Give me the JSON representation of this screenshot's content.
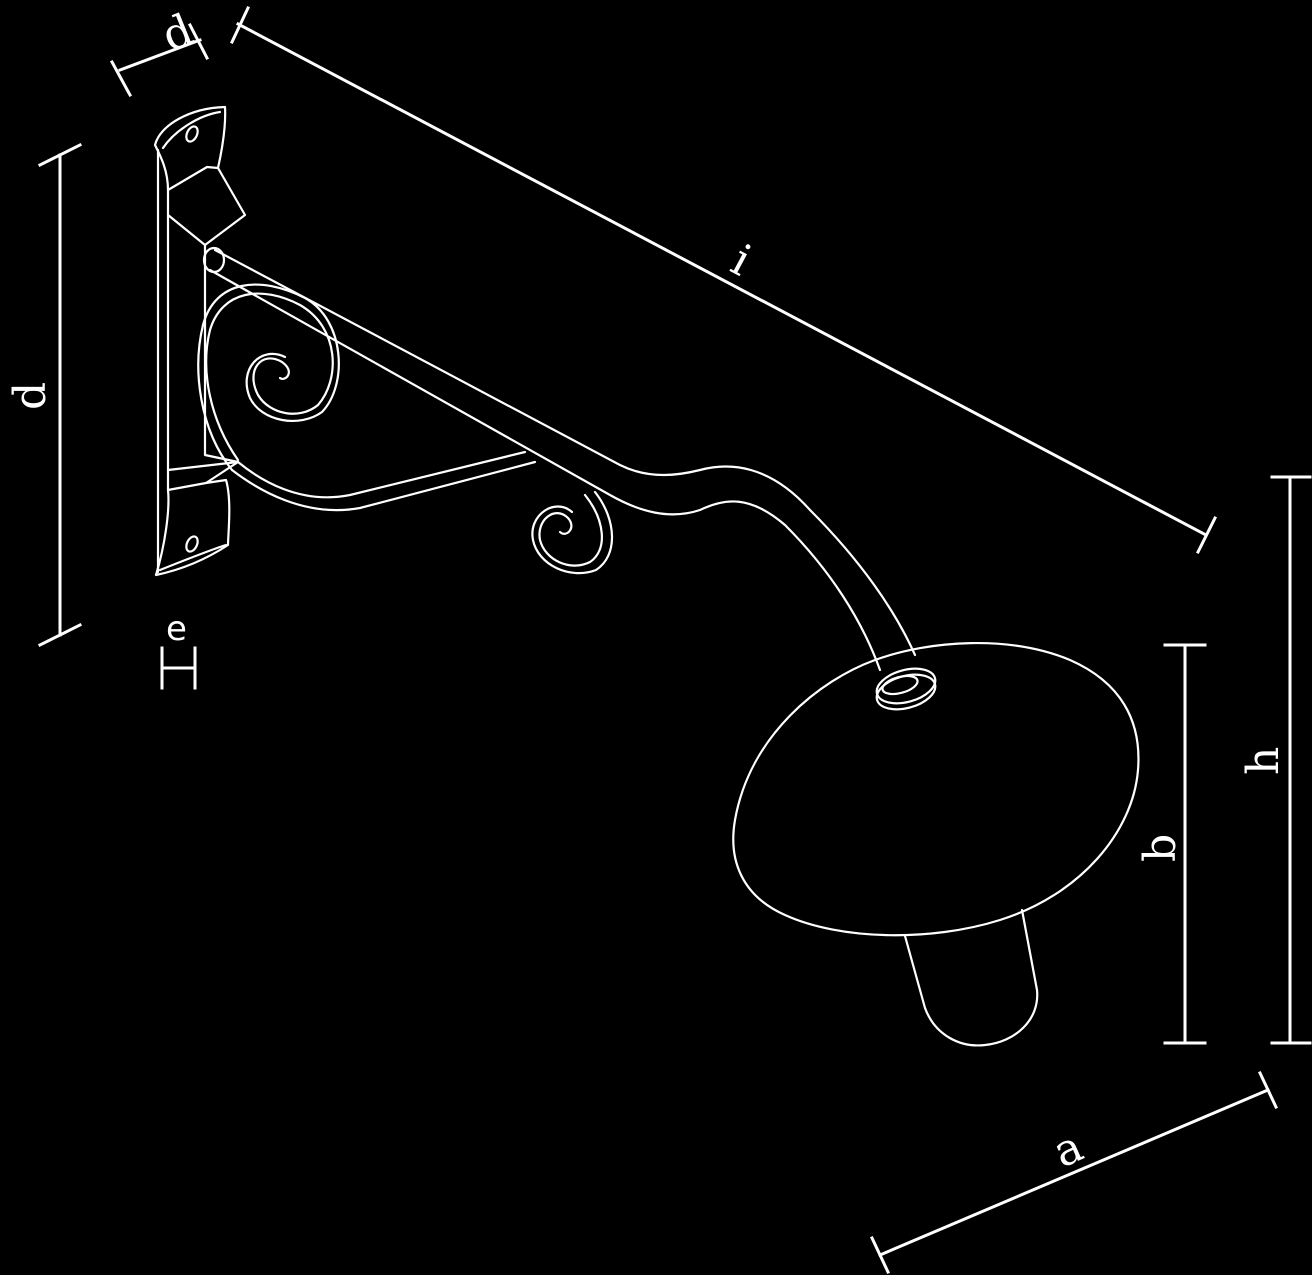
{
  "diagram": {
    "background": "#000000",
    "line_color": "#ffffff",
    "dimensions": {
      "bracket_depth": "d",
      "bracket_height": "d",
      "arm_length": "i",
      "shade_width": "a",
      "shade_height": "b",
      "total_height": "h"
    },
    "mounting_icon": {
      "icon": "wall-mount-icon",
      "label": "e"
    }
  }
}
